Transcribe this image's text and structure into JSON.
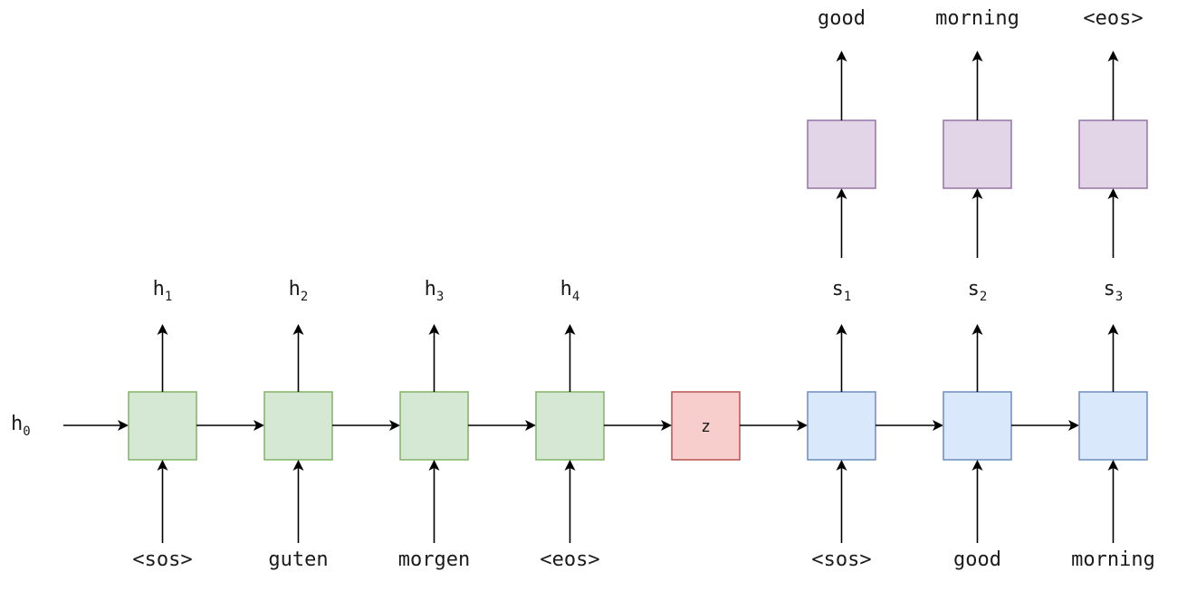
{
  "colors": {
    "encoder_fill": "#d5e8d4",
    "encoder_stroke": "#82b366",
    "context_fill": "#f8cecc",
    "context_stroke": "#b85450",
    "decoder_fill": "#dae8fc",
    "decoder_stroke": "#6c8ebf",
    "output_fill": "#e1d5e7",
    "output_stroke": "#9673a6"
  },
  "initial_state": {
    "base": "h",
    "sub": "0"
  },
  "encoder": {
    "inputs": [
      "<sos>",
      "guten",
      "morgen",
      "<eos>"
    ],
    "hidden": [
      {
        "base": "h",
        "sub": "1"
      },
      {
        "base": "h",
        "sub": "2"
      },
      {
        "base": "h",
        "sub": "3"
      },
      {
        "base": "h",
        "sub": "4"
      }
    ]
  },
  "context": {
    "label": "z"
  },
  "decoder": {
    "inputs": [
      "<sos>",
      "good",
      "morning"
    ],
    "hidden": [
      {
        "base": "s",
        "sub": "1"
      },
      {
        "base": "s",
        "sub": "2"
      },
      {
        "base": "s",
        "sub": "3"
      }
    ],
    "outputs": [
      "good",
      "morning",
      "<eos>"
    ]
  }
}
